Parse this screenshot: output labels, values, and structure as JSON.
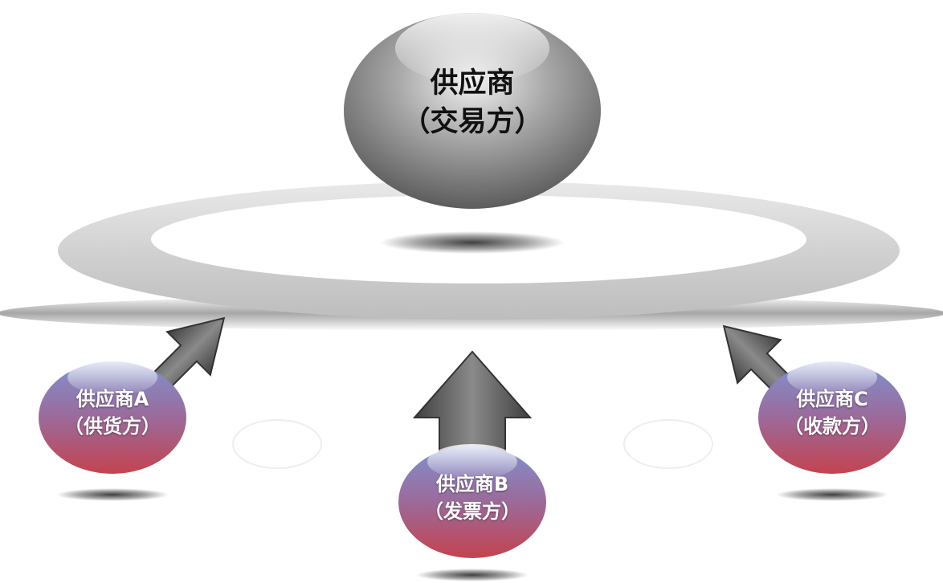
{
  "center": {
    "line1": "供应商",
    "line2": "（交易方）"
  },
  "nodes": [
    {
      "line1": "供应商A",
      "line2": "（供货方）"
    },
    {
      "line1": "供应商B",
      "line2": "（发票方）"
    },
    {
      "line1": "供应商C",
      "line2": "（收款方）"
    }
  ],
  "colors": {
    "ring": "#d6d6d6",
    "center_sphere": "#8a8a8a",
    "node_top": "#6f83c2",
    "node_bottom": "#c04a57",
    "arrow": "#555555"
  },
  "icons": [
    "up-arrow-icon",
    "diagonal-arrow-icon"
  ]
}
